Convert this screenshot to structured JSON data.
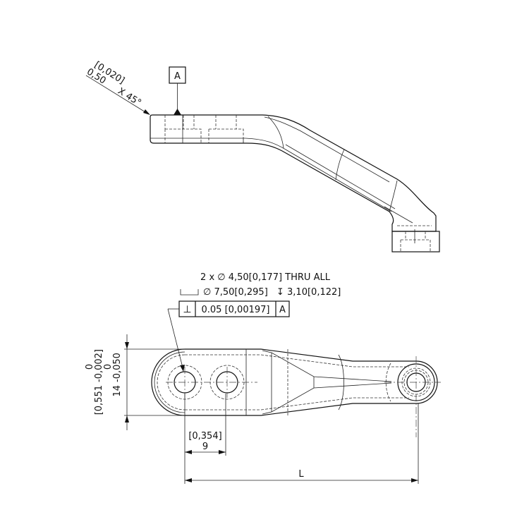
{
  "top_view": {
    "chamfer": {
      "inch": "[0,020]",
      "mm": "0,50",
      "angle": "X 45°"
    },
    "datum_label": "A"
  },
  "bottom_view": {
    "hole_callout": {
      "line1": "2 x ∅ 4,50[0,177] THRU ALL",
      "line2_counterbore": "∅ 7,50[0,295]",
      "line2_depth": "↧ 3,10[0,122]"
    },
    "fcf": {
      "symbol": "⊥",
      "tolerance": "0.05 [0,00197]",
      "datum": "A"
    },
    "width_dim": {
      "inch": "[0,551",
      "inch_tol_upper": "0",
      "inch_tol_lower": "-0,002]",
      "mm": "14",
      "mm_tol_upper": "0",
      "mm_tol_lower": "-0,050"
    },
    "hole_spacing": {
      "inch": "[0,354]",
      "mm": "9"
    },
    "length_dim": "L"
  }
}
